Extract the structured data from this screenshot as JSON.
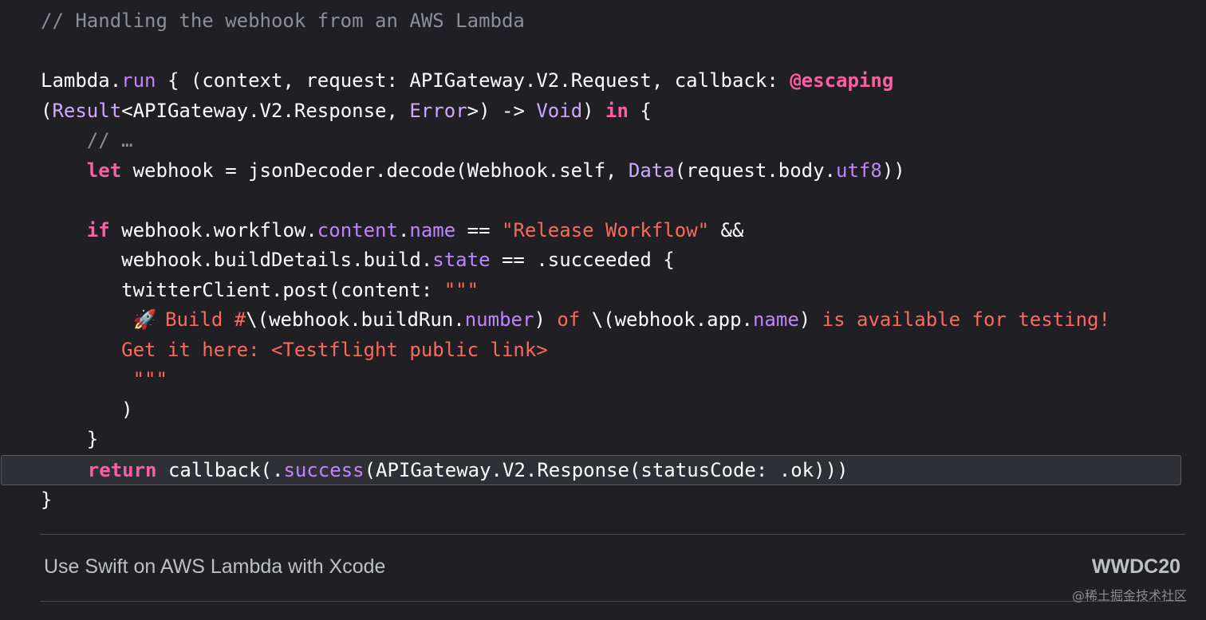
{
  "code": {
    "lines": [
      [
        {
          "t": "// Handling the webhook from an AWS Lambda",
          "c": "comment"
        }
      ],
      [],
      [
        {
          "t": "Lambda.",
          "c": "plain"
        },
        {
          "t": "run",
          "c": "prop"
        },
        {
          "t": " { (context, request: APIGateway.V2.Request, callback: ",
          "c": "plain"
        },
        {
          "t": "@escaping",
          "c": "kw"
        }
      ],
      [
        {
          "t": "(",
          "c": "plain"
        },
        {
          "t": "Result",
          "c": "type"
        },
        {
          "t": "<APIGateway.V2.Response, ",
          "c": "plain"
        },
        {
          "t": "Error",
          "c": "type"
        },
        {
          "t": ">) -> ",
          "c": "plain"
        },
        {
          "t": "Void",
          "c": "type"
        },
        {
          "t": ") ",
          "c": "plain"
        },
        {
          "t": "in",
          "c": "kw"
        },
        {
          "t": " {",
          "c": "plain"
        }
      ],
      [
        {
          "t": "    // …",
          "c": "comment"
        }
      ],
      [
        {
          "t": "    ",
          "c": "plain"
        },
        {
          "t": "let",
          "c": "kw"
        },
        {
          "t": " webhook = jsonDecoder.decode(Webhook.self, ",
          "c": "plain"
        },
        {
          "t": "Data",
          "c": "type"
        },
        {
          "t": "(request.body.",
          "c": "plain"
        },
        {
          "t": "utf8",
          "c": "prop"
        },
        {
          "t": "))",
          "c": "plain"
        }
      ],
      [],
      [
        {
          "t": "    ",
          "c": "plain"
        },
        {
          "t": "if",
          "c": "kw"
        },
        {
          "t": " webhook.workflow.",
          "c": "plain"
        },
        {
          "t": "content",
          "c": "prop"
        },
        {
          "t": ".",
          "c": "plain"
        },
        {
          "t": "name",
          "c": "prop"
        },
        {
          "t": " == ",
          "c": "plain"
        },
        {
          "t": "\"Release Workflow\"",
          "c": "string"
        },
        {
          "t": " &&",
          "c": "plain"
        }
      ],
      [
        {
          "t": "       webhook.buildDetails.build.",
          "c": "plain"
        },
        {
          "t": "state",
          "c": "prop"
        },
        {
          "t": " == .succeeded {",
          "c": "plain"
        }
      ],
      [
        {
          "t": "       twitterClient.post(content: ",
          "c": "plain"
        },
        {
          "t": "\"\"\"",
          "c": "string"
        }
      ],
      [
        {
          "t": "        ",
          "c": "plain"
        },
        {
          "t": "🚀",
          "c": "emoji"
        },
        {
          "t": " Build #",
          "c": "string"
        },
        {
          "t": "\\(webhook.buildRun.",
          "c": "plain"
        },
        {
          "t": "number",
          "c": "prop"
        },
        {
          "t": ")",
          "c": "plain"
        },
        {
          "t": " of ",
          "c": "string"
        },
        {
          "t": "\\(webhook.app.",
          "c": "plain"
        },
        {
          "t": "name",
          "c": "prop"
        },
        {
          "t": ")",
          "c": "plain"
        },
        {
          "t": " is available for testing!",
          "c": "string"
        }
      ],
      [
        {
          "t": "       Get it here: <Testflight public link>",
          "c": "string"
        }
      ],
      [
        {
          "t": "        \"\"\"",
          "c": "string"
        }
      ],
      [
        {
          "t": "       )",
          "c": "plain"
        }
      ],
      [
        {
          "t": "    }",
          "c": "plain"
        }
      ],
      [
        {
          "t": "    ",
          "c": "plain"
        },
        {
          "t": "return",
          "c": "kw"
        },
        {
          "t": " callback(.",
          "c": "plain"
        },
        {
          "t": "success",
          "c": "prop"
        },
        {
          "t": "(APIGateway.V2.Response(statusCode: .ok)))",
          "c": "plain"
        }
      ],
      [
        {
          "t": "}",
          "c": "plain"
        }
      ]
    ],
    "highlighted_line": 15
  },
  "footer": {
    "title": "Use Swift on AWS Lambda with Xcode",
    "brand": "WWDC20"
  },
  "watermark": "@稀土掘金技术社区",
  "colors": {
    "background": "#1f1f24",
    "keyword": "#fc5fa3",
    "type": "#d0a8ff",
    "property": "#c084ff",
    "string": "#fc6a5d",
    "comment": "#8a8f99"
  },
  "icons": {
    "rocket": "rocket-icon"
  }
}
